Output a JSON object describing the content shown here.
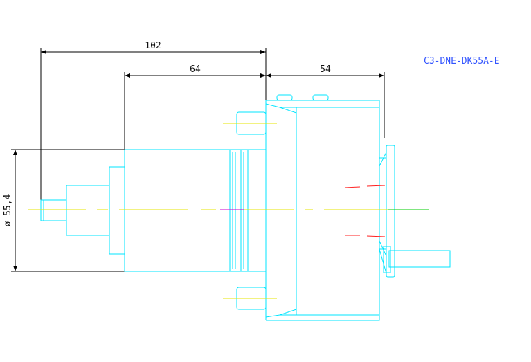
{
  "part_number": "C3-DNE-DK55A-E",
  "dimensions": {
    "overall_length": "102",
    "body_length": "64",
    "flange_length": "54",
    "diameter": "ø 55,4"
  },
  "colors": {
    "background": "#ffffff",
    "outline": "#00e5ff",
    "dimension": "#000000",
    "centerline": "#e6e600",
    "hidden": "#ff2020",
    "part_text": "#3355ff"
  }
}
